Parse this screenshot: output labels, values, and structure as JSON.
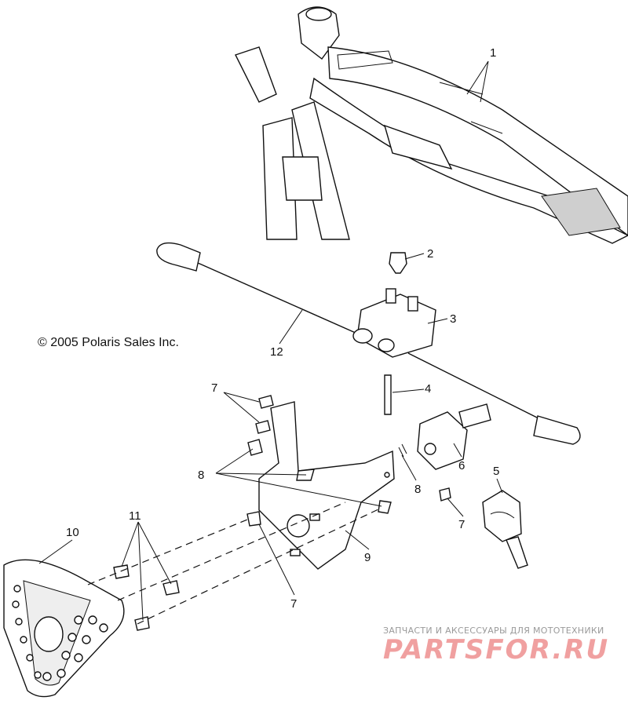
{
  "copyright": "© 2005 Polaris Sales Inc.",
  "watermark": {
    "line": "ЗАПЧАСТИ И АКСЕССУАРЫ ДЛЯ МОТОТЕХНИКИ",
    "brand": "PARTSFOR.RU"
  },
  "callouts": [
    "1",
    "2",
    "3",
    "4",
    "5",
    "6",
    "7",
    "7",
    "7",
    "8",
    "8",
    "9",
    "10",
    "11",
    "12"
  ]
}
